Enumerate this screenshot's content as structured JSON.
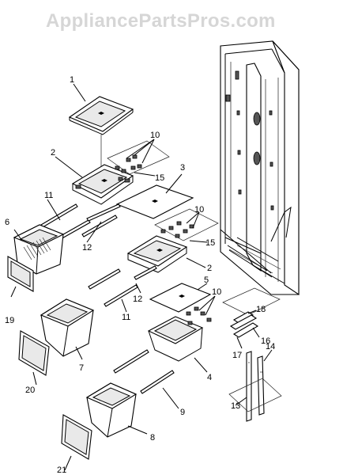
{
  "watermark": "AppliancePartsPros.com",
  "callouts": [
    "1",
    "2",
    "3",
    "10",
    "15",
    "11",
    "6",
    "12",
    "5",
    "2",
    "19",
    "12",
    "11",
    "20",
    "7",
    "4",
    "18",
    "17",
    "16",
    "14",
    "9",
    "13",
    "8",
    "21",
    "10",
    "10",
    "15"
  ]
}
